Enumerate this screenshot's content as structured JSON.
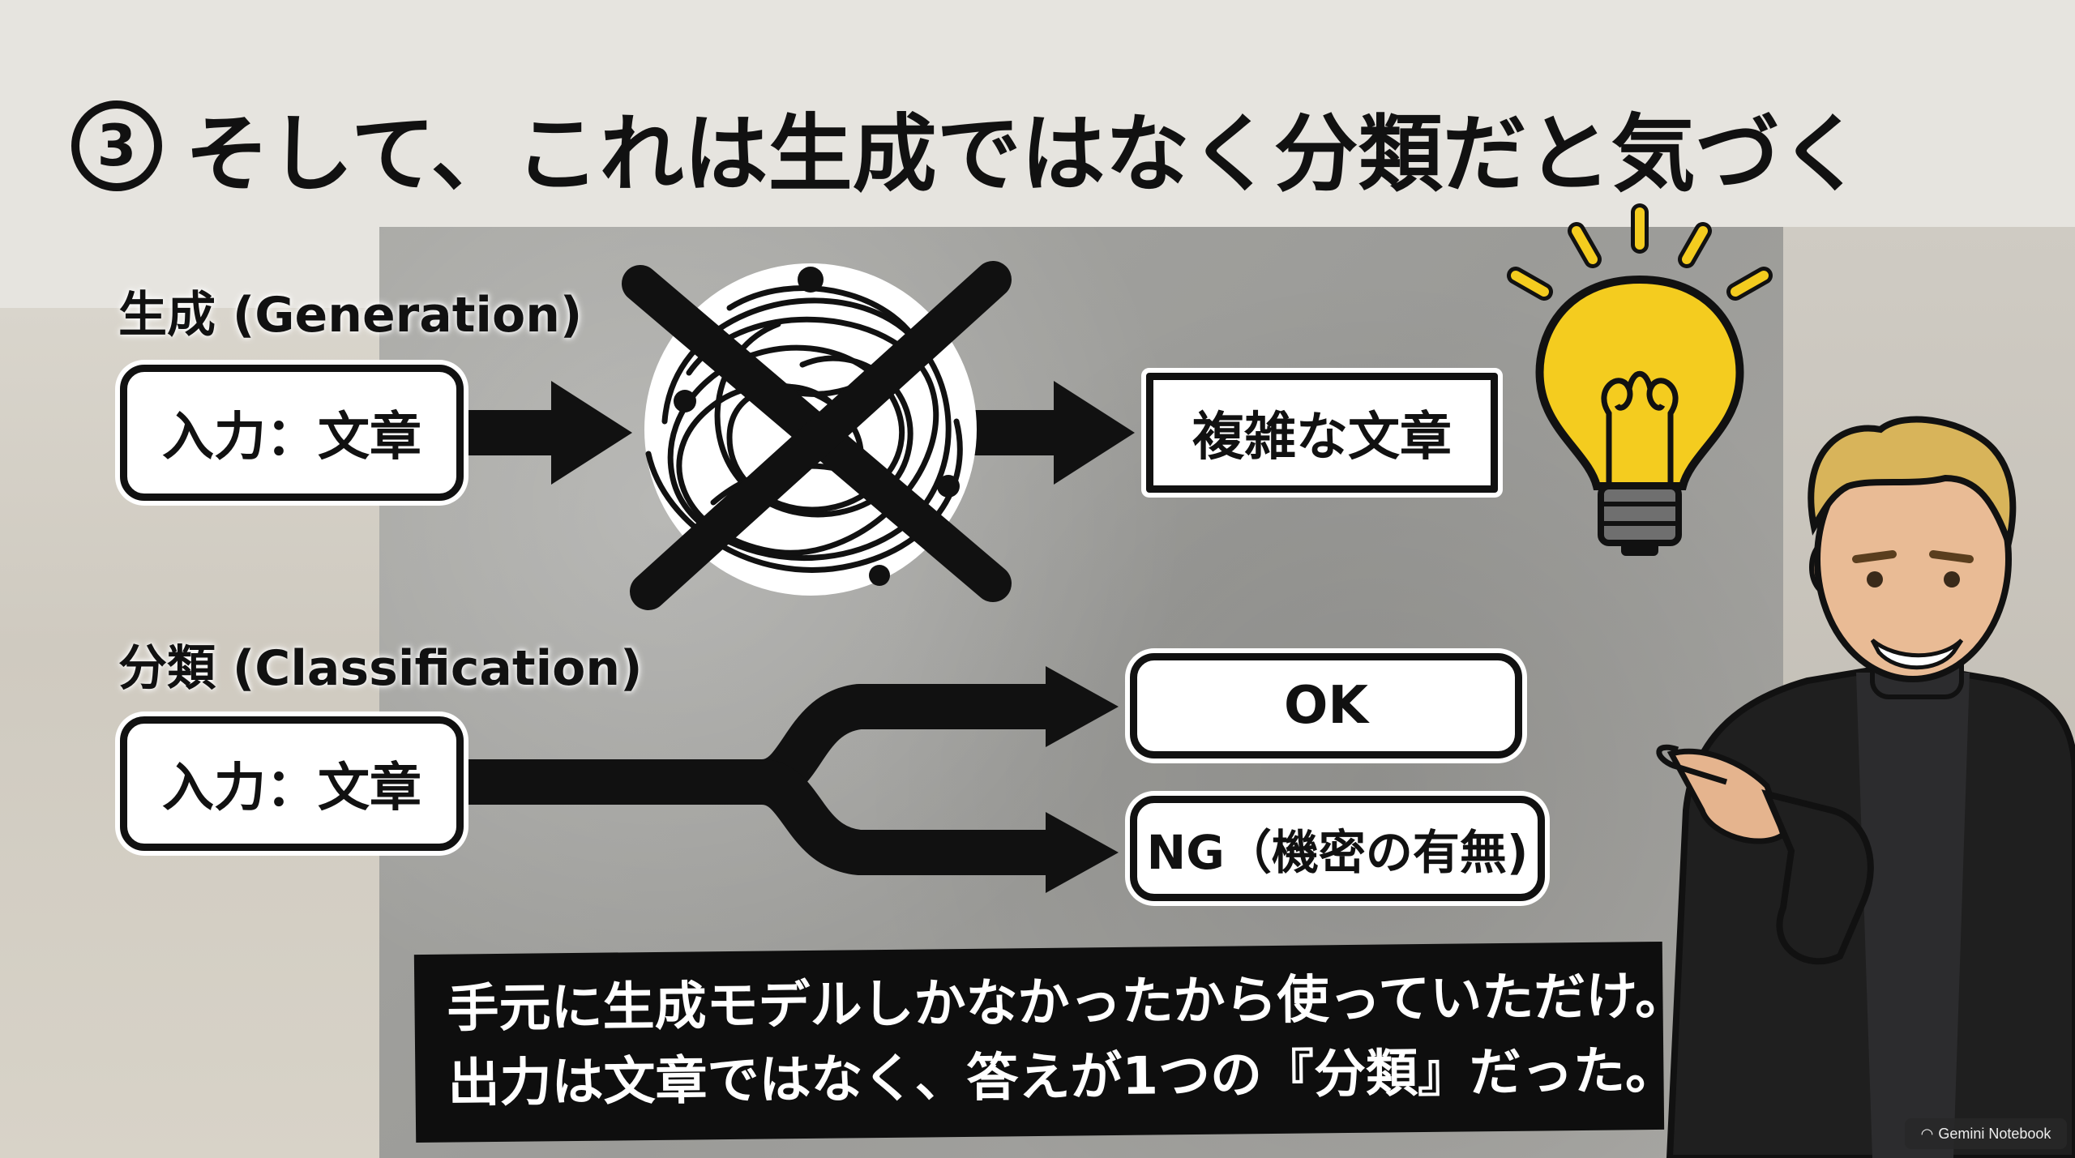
{
  "title": {
    "number": "3",
    "text": "そして、これは生成ではなく分類だと気づく"
  },
  "generation": {
    "label": "生成 (Generation)",
    "input_box": "入力：文章",
    "output_box": "複雑な文章"
  },
  "classification": {
    "label": "分類 (Classification)",
    "input_box": "入力：文章",
    "output_ok": "OK",
    "output_ng": "NG（機密の有無)"
  },
  "caption": {
    "line1": "手元に生成モデルしかなかったから使っていただけ。",
    "line2": "出力は文章ではなく、答えが1つの『分類』だった。"
  },
  "watermark": "Gemini Notebook",
  "colors": {
    "ink": "#111111",
    "bulb": "#f4cc1f",
    "caption_bg": "#0e0e0e"
  },
  "icons": [
    "lightbulb-icon",
    "tangled-scribble-icon",
    "cross-out-icon",
    "presenter-character"
  ]
}
